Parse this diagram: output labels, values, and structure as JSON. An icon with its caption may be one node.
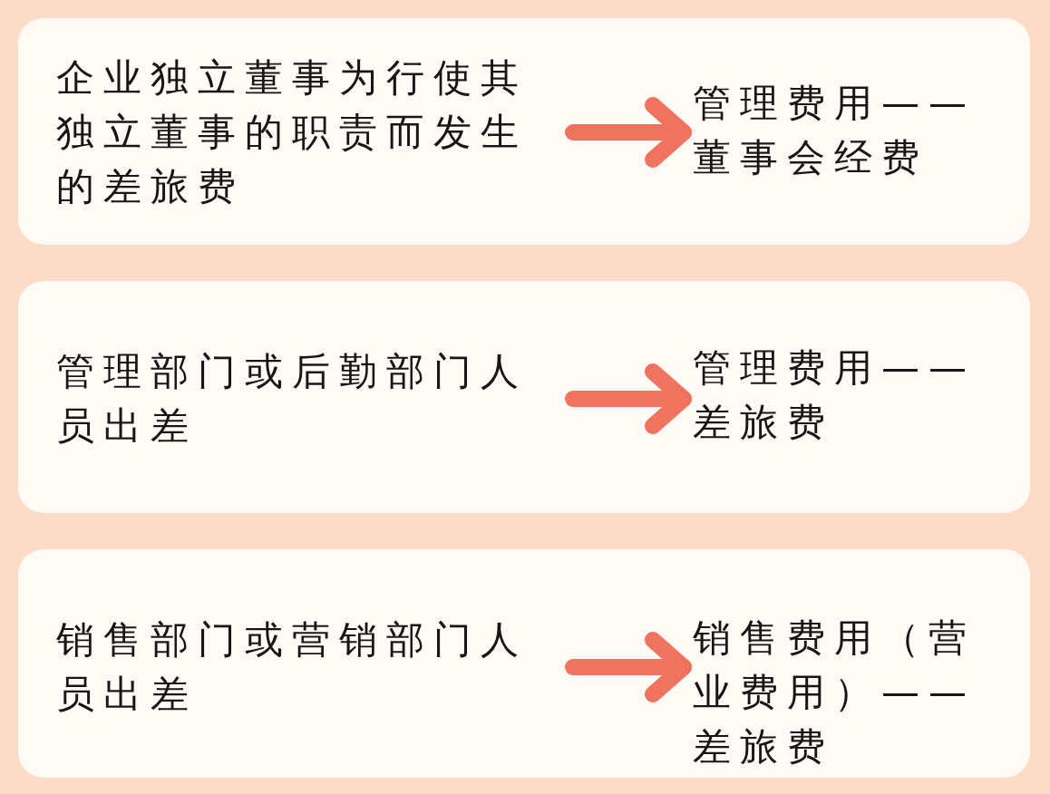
{
  "diagram": {
    "nodes": [
      {
        "text": [],
        "shape": "box"
      },
      {
        "text": [
          "企业独立董事为行使其独立董事的职责而发生的差旅费"
        ],
        "in": 0
      },
      {
        "text": [
          "管理费用——董事会经费"
        ],
        "in": 0
      },
      {
        "text": [],
        "shape": "box"
      },
      {
        "text": [
          "管理部门或后勤部门人员出差"
        ],
        "in": 3
      },
      {
        "text": [
          "管理费用——差旅费"
        ],
        "in": 3
      },
      {
        "text": [],
        "shape": "box"
      },
      {
        "text": [
          "销售部门或营销部门人员出差"
        ],
        "in": 6
      },
      {
        "text": [
          "销售费用（营业费用）——差旅费"
        ],
        "in": 6
      }
    ],
    "edges": [
      {
        "from": 1,
        "to": 2,
        "arrow": "to"
      },
      {
        "from": 4,
        "to": 5,
        "arrow": "to"
      },
      {
        "from": 7,
        "to": 8,
        "arrow": "to"
      }
    ]
  }
}
